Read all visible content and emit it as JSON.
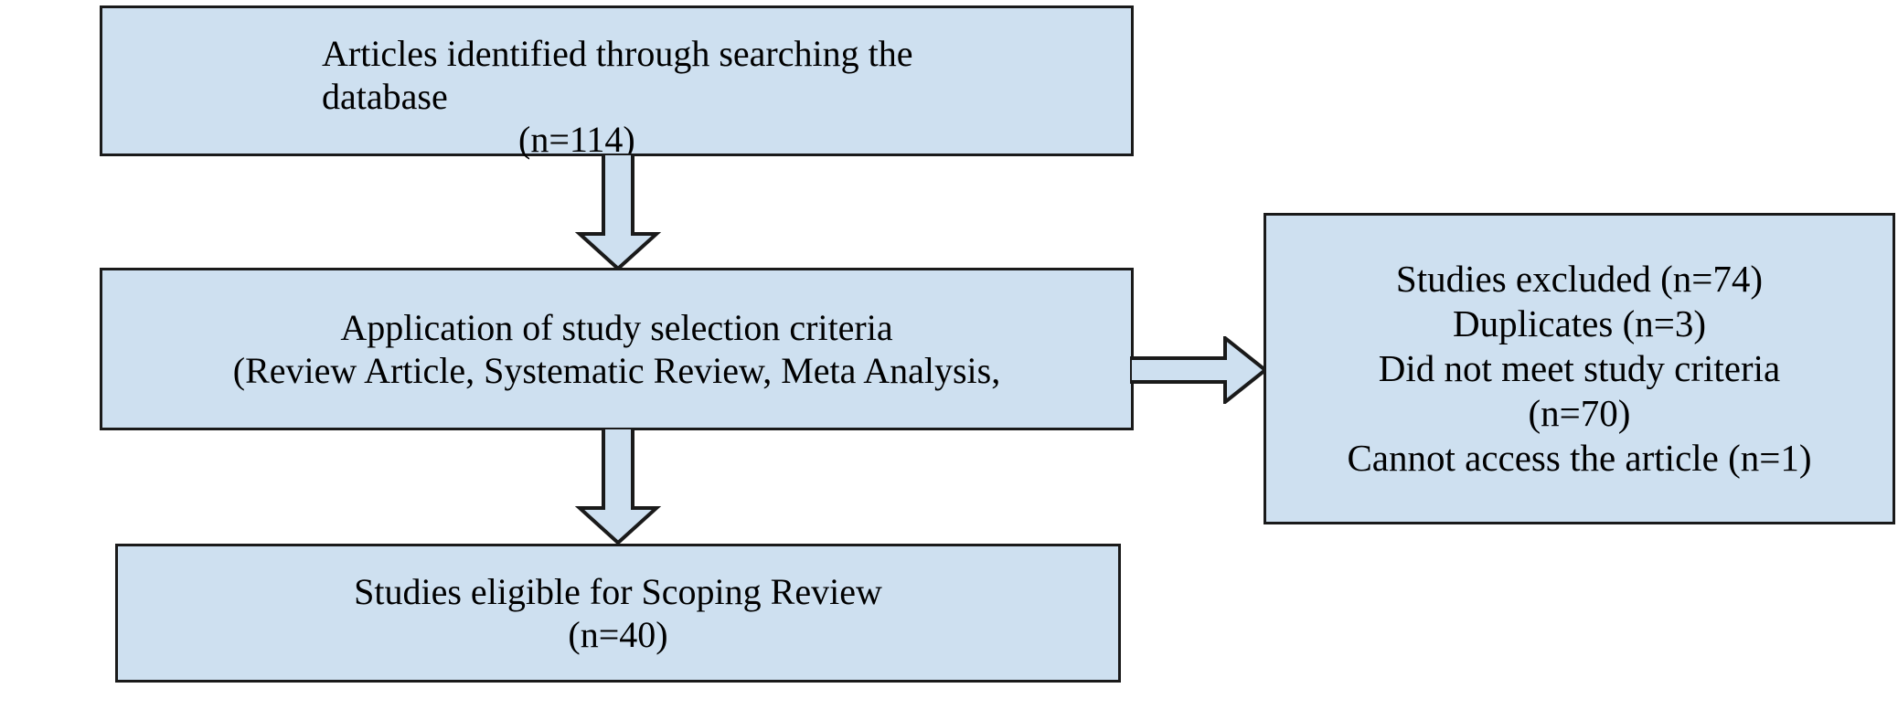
{
  "diagram": {
    "type": "prisma-flowchart",
    "title": "Scoping review study selection flow diagram",
    "colors": {
      "box_fill": "#cee0f0",
      "box_border": "#1a1a1a",
      "arrow_fill": "#cee0f0",
      "arrow_border": "#1a1a1a",
      "background": "#ffffff",
      "text": "#000000"
    },
    "nodes": {
      "identified": {
        "id": "identified",
        "lines": [
          "Articles identified through searching the",
          "database",
          "(n=114)"
        ],
        "count_label": "(n=114)",
        "count": 114
      },
      "criteria": {
        "id": "criteria",
        "lines": [
          "Application of study selection criteria",
          "(Review Article, Systematic Review, Meta Analysis,"
        ]
      },
      "excluded": {
        "id": "excluded",
        "lines": [
          "Studies excluded (n=74)",
          "Duplicates (n=3)",
          "Did not meet study criteria",
          "(n=70)",
          "Cannot access the article (n=1)"
        ],
        "total_excluded": 74,
        "duplicates": 3,
        "did_not_meet_criteria": 70,
        "cannot_access": 1
      },
      "eligible": {
        "id": "eligible",
        "lines": [
          "Studies eligible for Scoping Review",
          "(n=40)"
        ],
        "count_label": "(n=40)",
        "count": 40
      }
    },
    "edges": [
      {
        "id": "identified-to-criteria",
        "from": "identified",
        "to": "criteria",
        "direction": "down",
        "icon": "arrow-down-icon"
      },
      {
        "id": "criteria-to-excluded",
        "from": "criteria",
        "to": "excluded",
        "direction": "right",
        "icon": "arrow-right-icon"
      },
      {
        "id": "criteria-to-eligible",
        "from": "criteria",
        "to": "eligible",
        "direction": "down",
        "icon": "arrow-down-icon"
      }
    ]
  }
}
